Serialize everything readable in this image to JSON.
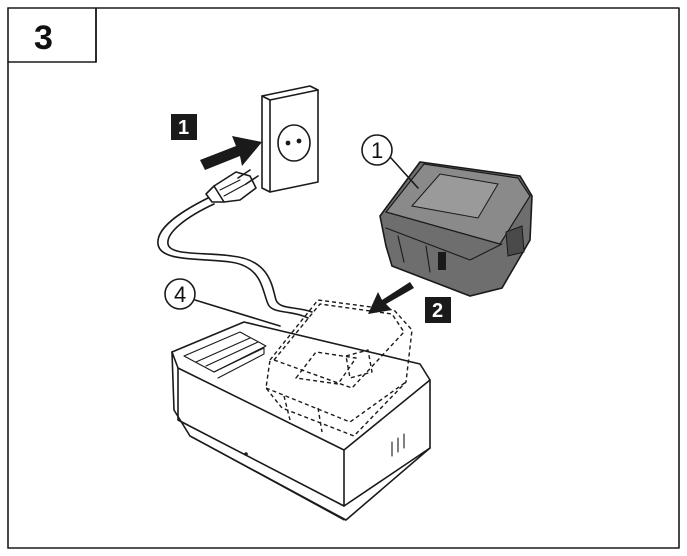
{
  "step": {
    "number": "3"
  },
  "callouts": {
    "step1": "1",
    "step2": "2",
    "part1": "1",
    "part4": "4"
  },
  "icons": {
    "plug": "plug-icon",
    "outlet": "wall-outlet-icon",
    "battery": "battery-pack-icon",
    "charger": "charger-icon",
    "arrows": "arrow-icon"
  },
  "colors": {
    "ink": "#1a1a1a",
    "battery_fill": "#6e6e6e",
    "battery_top": "#9a9a9a",
    "background": "#ffffff"
  }
}
